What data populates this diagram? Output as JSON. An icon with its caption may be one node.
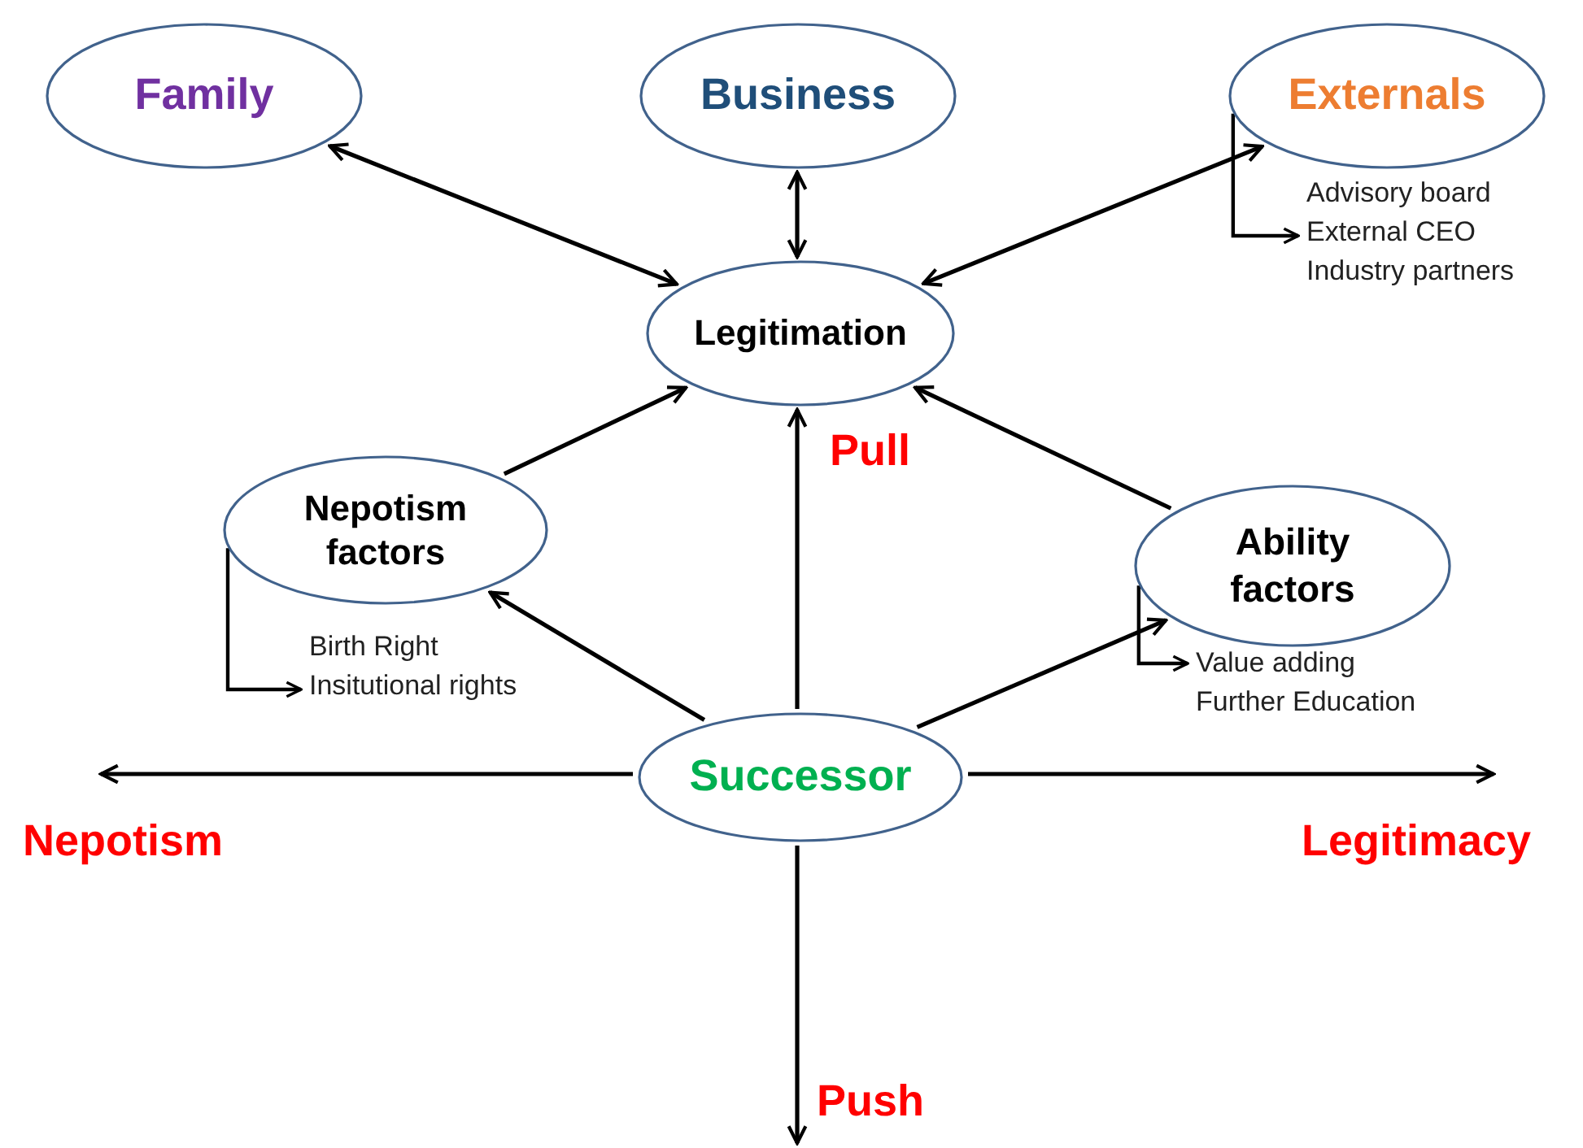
{
  "diagram": {
    "nodes": [
      {
        "text": [
          "Family"
        ]
      },
      {
        "text": [
          "Business"
        ]
      },
      {
        "text": [
          "Externals"
        ]
      },
      {
        "text": [
          "Legitimation"
        ]
      },
      {
        "text": [
          "Nepotism factors"
        ]
      },
      {
        "text": [
          "Ability factors"
        ]
      },
      {
        "text": [
          "Successor"
        ]
      },
      {
        "text": [
          "Advisory board",
          "External CEO",
          "Industry partners"
        ]
      },
      {
        "text": [
          "Birth Right",
          "Insitutional rights"
        ]
      },
      {
        "text": [
          "Value adding",
          "Further Education"
        ]
      }
    ],
    "edges": [
      {
        "from": 0,
        "to": 3,
        "arrow": "both"
      },
      {
        "from": 1,
        "to": 3,
        "arrow": "both"
      },
      {
        "from": 2,
        "to": 3,
        "arrow": "both"
      },
      {
        "from": 4,
        "to": 3,
        "arrow": "to"
      },
      {
        "from": 6,
        "to": 4,
        "arrow": "to"
      },
      {
        "from": 6,
        "to": 5,
        "arrow": "to"
      },
      {
        "from": 5,
        "to": 3,
        "arrow": "to"
      },
      {
        "from": 6,
        "to": 3,
        "arrow": "to",
        "label": "Pull"
      },
      {
        "from": 6,
        "to": null,
        "arrow": "to",
        "label": "Nepotism"
      },
      {
        "from": 6,
        "to": null,
        "arrow": "to",
        "label": "Legitimacy"
      },
      {
        "from": 6,
        "to": null,
        "arrow": "to",
        "label": "Push"
      },
      {
        "from": 2,
        "to": 7,
        "arrow": "to"
      },
      {
        "from": 4,
        "to": 8,
        "arrow": "to"
      },
      {
        "from": 5,
        "to": 9,
        "arrow": "to"
      }
    ]
  }
}
